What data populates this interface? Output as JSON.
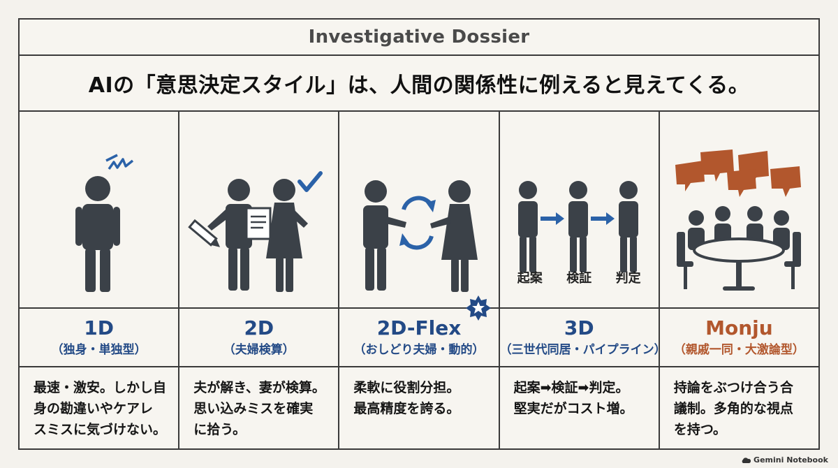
{
  "header": {
    "title": "Investigative Dossier"
  },
  "headline": "AIの「意思決定スタイル」は、人間の関係性に例えると見えてくる。",
  "columns": [
    {
      "name": "1D",
      "subtitle": "（独身・単独型）",
      "description": "最速・激安。しかし自\n身の勘違いやケアレ\nスミスに気づけない。",
      "illustration": "single-person-with-alert-icon"
    },
    {
      "name": "2D",
      "subtitle": "（夫婦検算）",
      "description": "夫が解き、妻が検算。\n思い込みミスを確実\nに拾う。",
      "illustration": "couple-with-document-and-check-icon"
    },
    {
      "name": "2D-Flex",
      "subtitle": "（おしどり夫婦・動的）",
      "description": "柔軟に役割分担。\n最高精度を誇る。",
      "illustration": "couple-with-swap-arrows-icon",
      "badge": "star-badge-icon"
    },
    {
      "name": "3D",
      "subtitle": "（三世代同居・パイプライン）",
      "description": "起案➡検証➡判定。\n堅実だがコスト増。",
      "illustration": "three-people-pipeline",
      "steps": [
        "起案",
        "検証",
        "判定"
      ]
    },
    {
      "name": "Monju",
      "subtitle": "（親戚一同・大激論型）",
      "description": "持論をぶつけ合う合\n議制。多角的な視点\nを持つ。",
      "illustration": "group-discussion-table"
    }
  ],
  "footer": {
    "brand": "Gemini Notebook",
    "brand_icon": "cloud-logo-icon"
  },
  "colors": {
    "accent_blue": "#234a86",
    "accent_orange": "#b2572d",
    "figure": "#3b4148",
    "background": "#f4f2ed"
  }
}
